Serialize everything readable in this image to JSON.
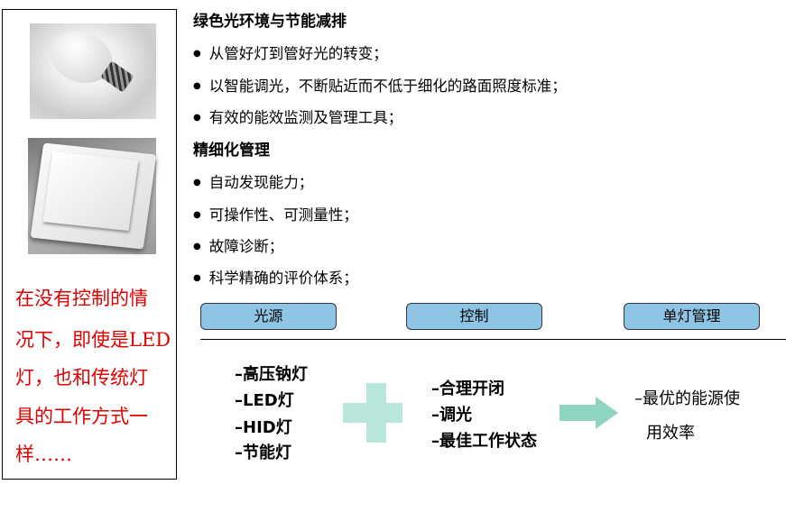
{
  "left_panel": {
    "images": [
      "light-bulb",
      "wall-switch"
    ],
    "note_lines": [
      "在没有控制的情",
      "况下，即使是LED",
      "灯，也和传统灯",
      "具的工作方式一",
      "样……"
    ],
    "note_color": "#e00000"
  },
  "sections": [
    {
      "heading": "绿色光环境与节能减排",
      "bullets": [
        "从管好灯到管好光的转变；",
        "以智能调光，不断贴近而不低于细化的路面照度标准；",
        "有效的能效监测及管理工具；"
      ]
    },
    {
      "heading": "精细化管理",
      "bullets": [
        "自动发现能力；",
        "可操作性、可测量性；",
        "故障诊断；",
        "科学精确的评价体系；"
      ]
    }
  ],
  "categories": [
    "光源",
    "控制",
    "单灯管理"
  ],
  "light_sources": [
    "–高压钠灯",
    "–LED灯",
    "–HID灯",
    "–节能灯"
  ],
  "controls": [
    "–合理开闭",
    "–调光",
    "–最佳工作状态"
  ],
  "result": [
    "–最优的能源使",
    "用效率"
  ],
  "colors": {
    "button": "#8ec4e4",
    "shape": "#b9e6da",
    "arrow": "#8fd4c0"
  }
}
